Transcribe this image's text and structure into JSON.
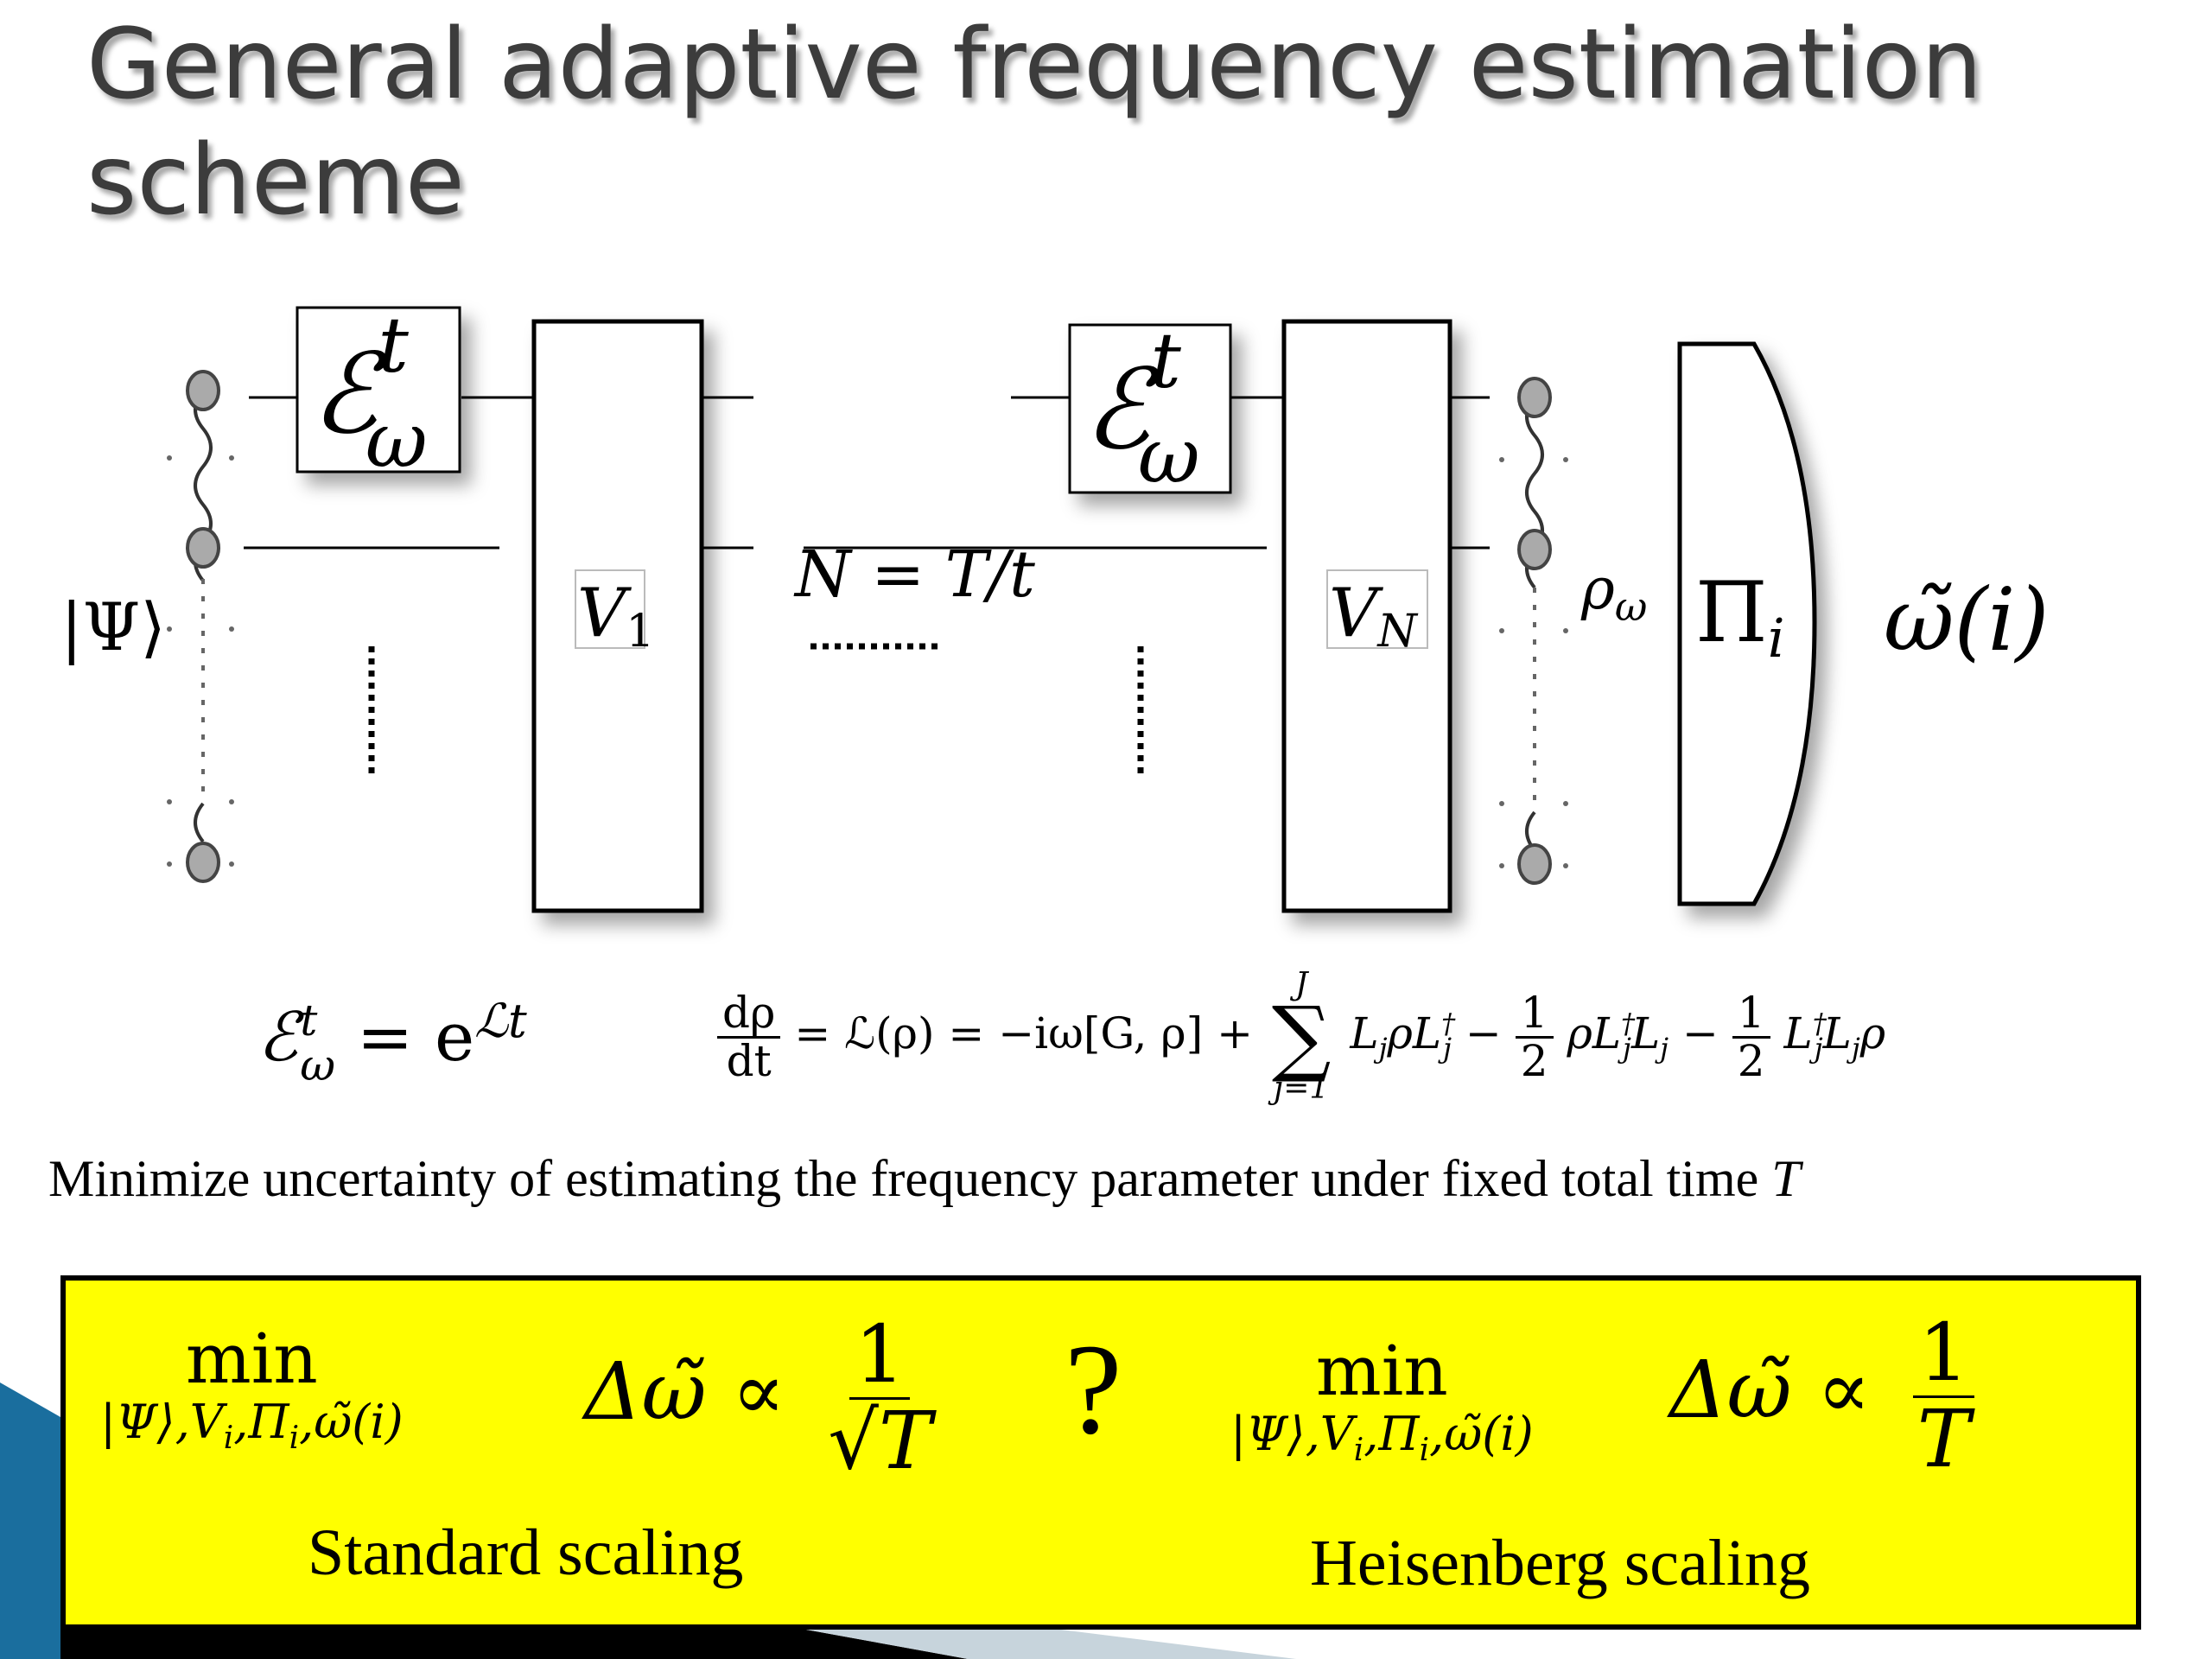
{
  "slide": {
    "title": "General adaptive frequency estimation\nscheme"
  },
  "diagram": {
    "input_state": "|Ψ⟩",
    "channel_label": "ℰ",
    "channel_sup": "t",
    "channel_sub": "ω",
    "gate_first": "V",
    "gate_first_sub": "1",
    "gate_last": "V",
    "gate_last_sub": "N",
    "repeat_label": "N = T/t",
    "output_state": "ρ",
    "output_state_sub": "ω",
    "measurement": "Π",
    "measurement_sub": "i",
    "estimator": "ω̃(i)"
  },
  "equations": {
    "channel_def_lhs": "ℰ",
    "channel_def_sup": "t",
    "channel_def_sub": "ω",
    "channel_def_rhs": "= e",
    "channel_def_exp": "ℒt",
    "master_num": "dρ",
    "master_den": "dt",
    "master_mid": "= ℒ(ρ) = −iω[G, ρ] +",
    "sum_top": "J",
    "sum_symbol": "∑",
    "sum_bottom": "j=1",
    "master_term1": "L",
    "master_half": "1",
    "master_two": "2"
  },
  "statement": {
    "text": "Minimize uncertainty of estimating the frequency parameter under fixed total time ",
    "var": "T"
  },
  "result_box": {
    "min_word": "min",
    "min_sub": "|Ψ⟩,V",
    "min_sub_rest": ",Π",
    "min_sub_tail": ",ω̃(i)",
    "sub_i": "i",
    "delta": "Δω̃ ∝",
    "one": "1",
    "sqrt_T": "√T",
    "T": "T",
    "question": "?",
    "standard_label": "Standard scaling",
    "heisenberg_label": "Heisenberg scaling"
  }
}
